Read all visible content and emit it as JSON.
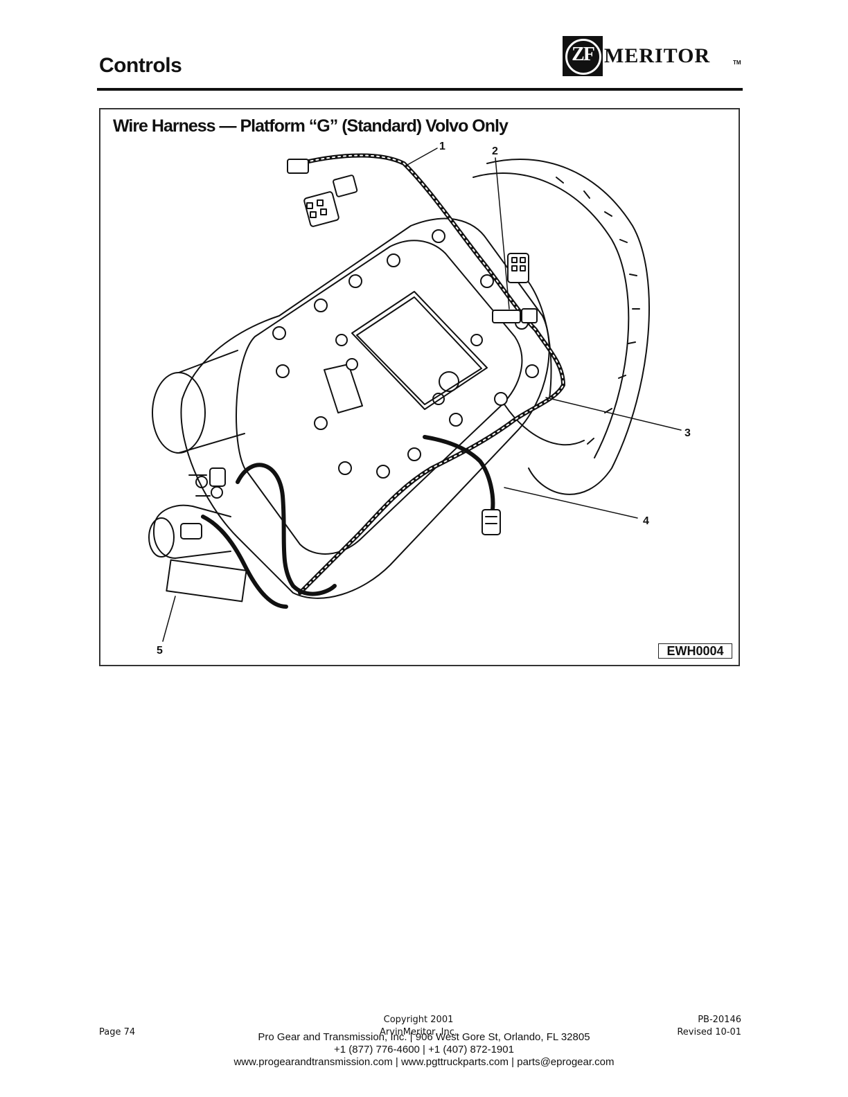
{
  "header": {
    "section_title": "Controls",
    "logo": {
      "badge": "ZF",
      "word": "MERITOR",
      "tm": "TM"
    }
  },
  "figure": {
    "title": "Wire Harness — Platform “G” (Standard) Volvo Only",
    "callouts": [
      "1",
      "2",
      "3",
      "4",
      "5"
    ],
    "code": "EWH0004"
  },
  "footer": {
    "page": "Page 74",
    "copyright_line1": "Copyright 2001",
    "copyright_line2": "ArvinMeritor, Inc.",
    "doc_number": "PB-20146",
    "revised": "Revised 10-01",
    "address": "Pro Gear and Transmission, Inc. | 906 West Gore St, Orlando, FL  32805",
    "phone": "+1 (877) 776-4600 | +1 (407) 872-1901",
    "web": "www.progearandtransmission.com | www.pgttruckparts.com | parts@eprogear.com"
  }
}
